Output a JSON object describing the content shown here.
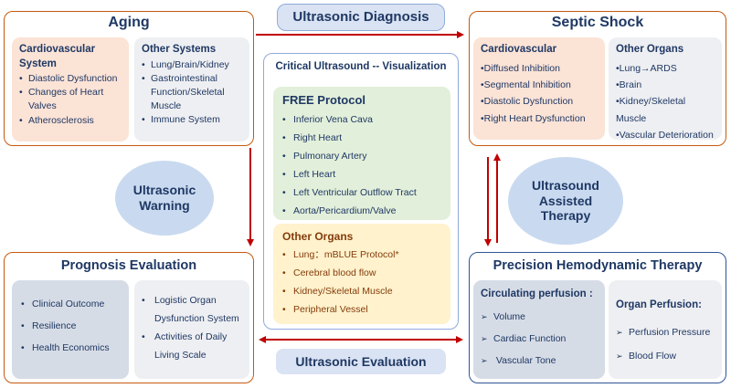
{
  "aging": {
    "title": "Aging",
    "cardiovascular": {
      "title_line1": "Cardiovascular",
      "title_line2": "System",
      "items": [
        "Diastolic Dysfunction",
        "Changes of Heart",
        "Valves",
        "Atherosclerosis"
      ]
    },
    "other": {
      "title": "Other Systems",
      "items": [
        "Lung/Brain/Kidney",
        "Gastrointestinal",
        "Function/Skeletal",
        "Muscle",
        "Immune System"
      ]
    }
  },
  "septic": {
    "title": "Septic Shock",
    "cardiovascular": {
      "title": "Cardiovascular",
      "items": [
        "•Diffused Inhibition",
        "•Segmental Inhibition",
        "•Diastolic Dysfunction",
        "•Right Heart Dysfunction"
      ]
    },
    "other": {
      "title": "Other Organs",
      "items": [
        "•Lung→ARDS",
        "•Brain",
        "•Kidney/Skeletal Muscle",
        "•Vascular Deterioration"
      ]
    }
  },
  "prognosis": {
    "title": "Prognosis  Evaluation",
    "left_items": [
      "Clinical Outcome",
      "Resilience",
      "Health Economics"
    ],
    "right_items": [
      "Logistic Organ",
      "Dysfunction System",
      "Activities of Daily",
      "Living Scale"
    ]
  },
  "precision": {
    "title": "Precision Hemodynamic Therapy",
    "circulating": {
      "title": "Circulating perfusion :",
      "items": [
        "Volume",
        "Cardiac Function",
        " Vascular Tone"
      ]
    },
    "organ": {
      "title": "Organ Perfusion:",
      "items": [
        "Perfusion Pressure",
        "Blood Flow"
      ]
    }
  },
  "center": {
    "title": "Critical Ultrasound -- Visualization",
    "free": {
      "title": "FREE Protocol",
      "items": [
        "Inferior Vena Cava",
        "Right Heart",
        "Pulmonary Artery",
        "Left Heart",
        "Left Ventricular Outflow Tract",
        "Aorta/Pericardium/Valve"
      ]
    },
    "other": {
      "title": "Other Organs",
      "items": [
        "Lung：mBLUE Protocol*",
        "Cerebral blood flow",
        "Kidney/Skeletal Muscle",
        "Peripheral Vessel"
      ]
    }
  },
  "labels": {
    "ultrasonic_diagnosis": "Ultrasonic Diagnosis",
    "ultrasonic_evaluation": "Ultrasonic Evaluation",
    "ultrasonic_warning_1": "Ultrasonic",
    "ultrasonic_warning_2": "Warning",
    "assisted_1": "Ultrasound",
    "assisted_2": "Assisted",
    "assisted_3": "Therapy"
  },
  "colors": {
    "arrow": "#c00000",
    "navy_text": "#1f3864",
    "orange_border": "#c55a11",
    "blue_border": "#2f5597",
    "green_box": "#e2efda",
    "yellow_box": "#fff2cc",
    "peach_box": "#fbe3d6"
  }
}
